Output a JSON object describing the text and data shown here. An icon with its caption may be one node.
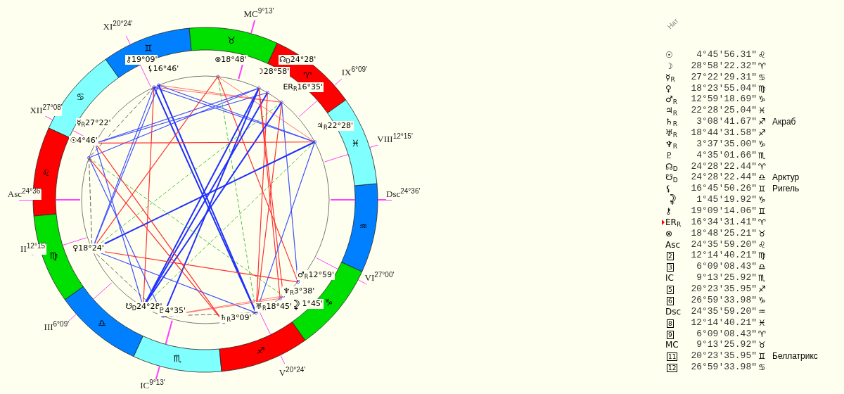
{
  "diagram": {
    "labels": [
      "XI$^{20°24'}$",
      "MC$^{9°13'}$",
      "IX$^{6°09'}$",
      "VIII$^{12°15'}$",
      "Dsc$^{24°36'}$",
      "VI$^{27°00'}$",
      "V$^{20°24'}$",
      "IC$^{9°13'}$",
      "III$^{6°09'}$",
      "II$^{12°15'}$",
      "Asc$^{24°36'}$",
      "XII$^{27°08'}$",
      "♈",
      "♉",
      "♊",
      "♋",
      "♌",
      "♍",
      "♎",
      "♏",
      "♐",
      "♑",
      "♒",
      "♓",
      "⚷19°09'",
      "⚸16°46'",
      "⊗18°48'",
      "☊$_{D}$24°28'",
      "☽28°58'",
      "ER$_{R}$16°35'",
      "♃$_{R}$22°28'",
      "☿$_{R}$27°22'",
      "☉4°46'",
      "♀18°24'",
      "☋$_{D}$24°28'",
      "♇4°35'",
      "♄$_{R}$3°09'",
      "♅$_{R}$18°45'",
      "♆$_{R}$3°38'",
      "♂$_{R}$12°59'",
      "1°45'",
      "Нат",
      "☉",
      "4°45'56.31\"",
      "♌",
      "☽",
      "28°58'22.32\"",
      "♈",
      "☿$_{R}$",
      "27°22'29.31\"",
      "♋",
      "♀",
      "18°23'55.04\"",
      "♍",
      "♂$_{R}$",
      "12°59'18.69\"",
      "♑",
      "♃$_{R}$",
      "22°28'25.04\"",
      "♓",
      "♄$_{R}$",
      "3°08'41.67\"",
      "♐",
      "Акраб",
      "♅$_{R}$",
      "18°44'31.58\"",
      "♐",
      "♆$_{R}$",
      "3°37'35.00\"",
      "♑",
      "♇",
      "4°35'01.66\"",
      "♏",
      "☊$_{D}$",
      "24°28'22.44\"",
      "♈",
      "☋$_{D}$",
      "24°28'22.44\"",
      "♎",
      "Арктур",
      "⚸",
      "16°45'50.26\"",
      "♊",
      "Ригель",
      "1°45'19.92\"",
      "♑",
      "⚷",
      "19°09'14.06\"",
      "♊",
      "ER$_{R}$",
      "16°34'31.41\"",
      "♈",
      "⊗",
      "18°48'25.21\"",
      "♉",
      "Asc",
      "24°35'59.20\"",
      "♌",
      "2",
      "12°14'40.21\"",
      "♍",
      "3",
      "6°09'08.43\"",
      "♎",
      "IC",
      "9°13'25.92\"",
      "♏",
      "5",
      "20°23'35.95\"",
      "♐",
      "6",
      "26°59'33.98\"",
      "♑",
      "Dsc",
      "24°35'59.20\"",
      "♒",
      "8",
      "12°14'40.21\"",
      "♓",
      "9",
      "6°09'08.43\"",
      "♈",
      "MC",
      "9°13'25.92\"",
      "♉",
      "11",
      "20°23'35.95\"",
      "♊",
      "Беллатрикс",
      "12",
      "26°59'33.98\"",
      "♋"
    ]
  }
}
